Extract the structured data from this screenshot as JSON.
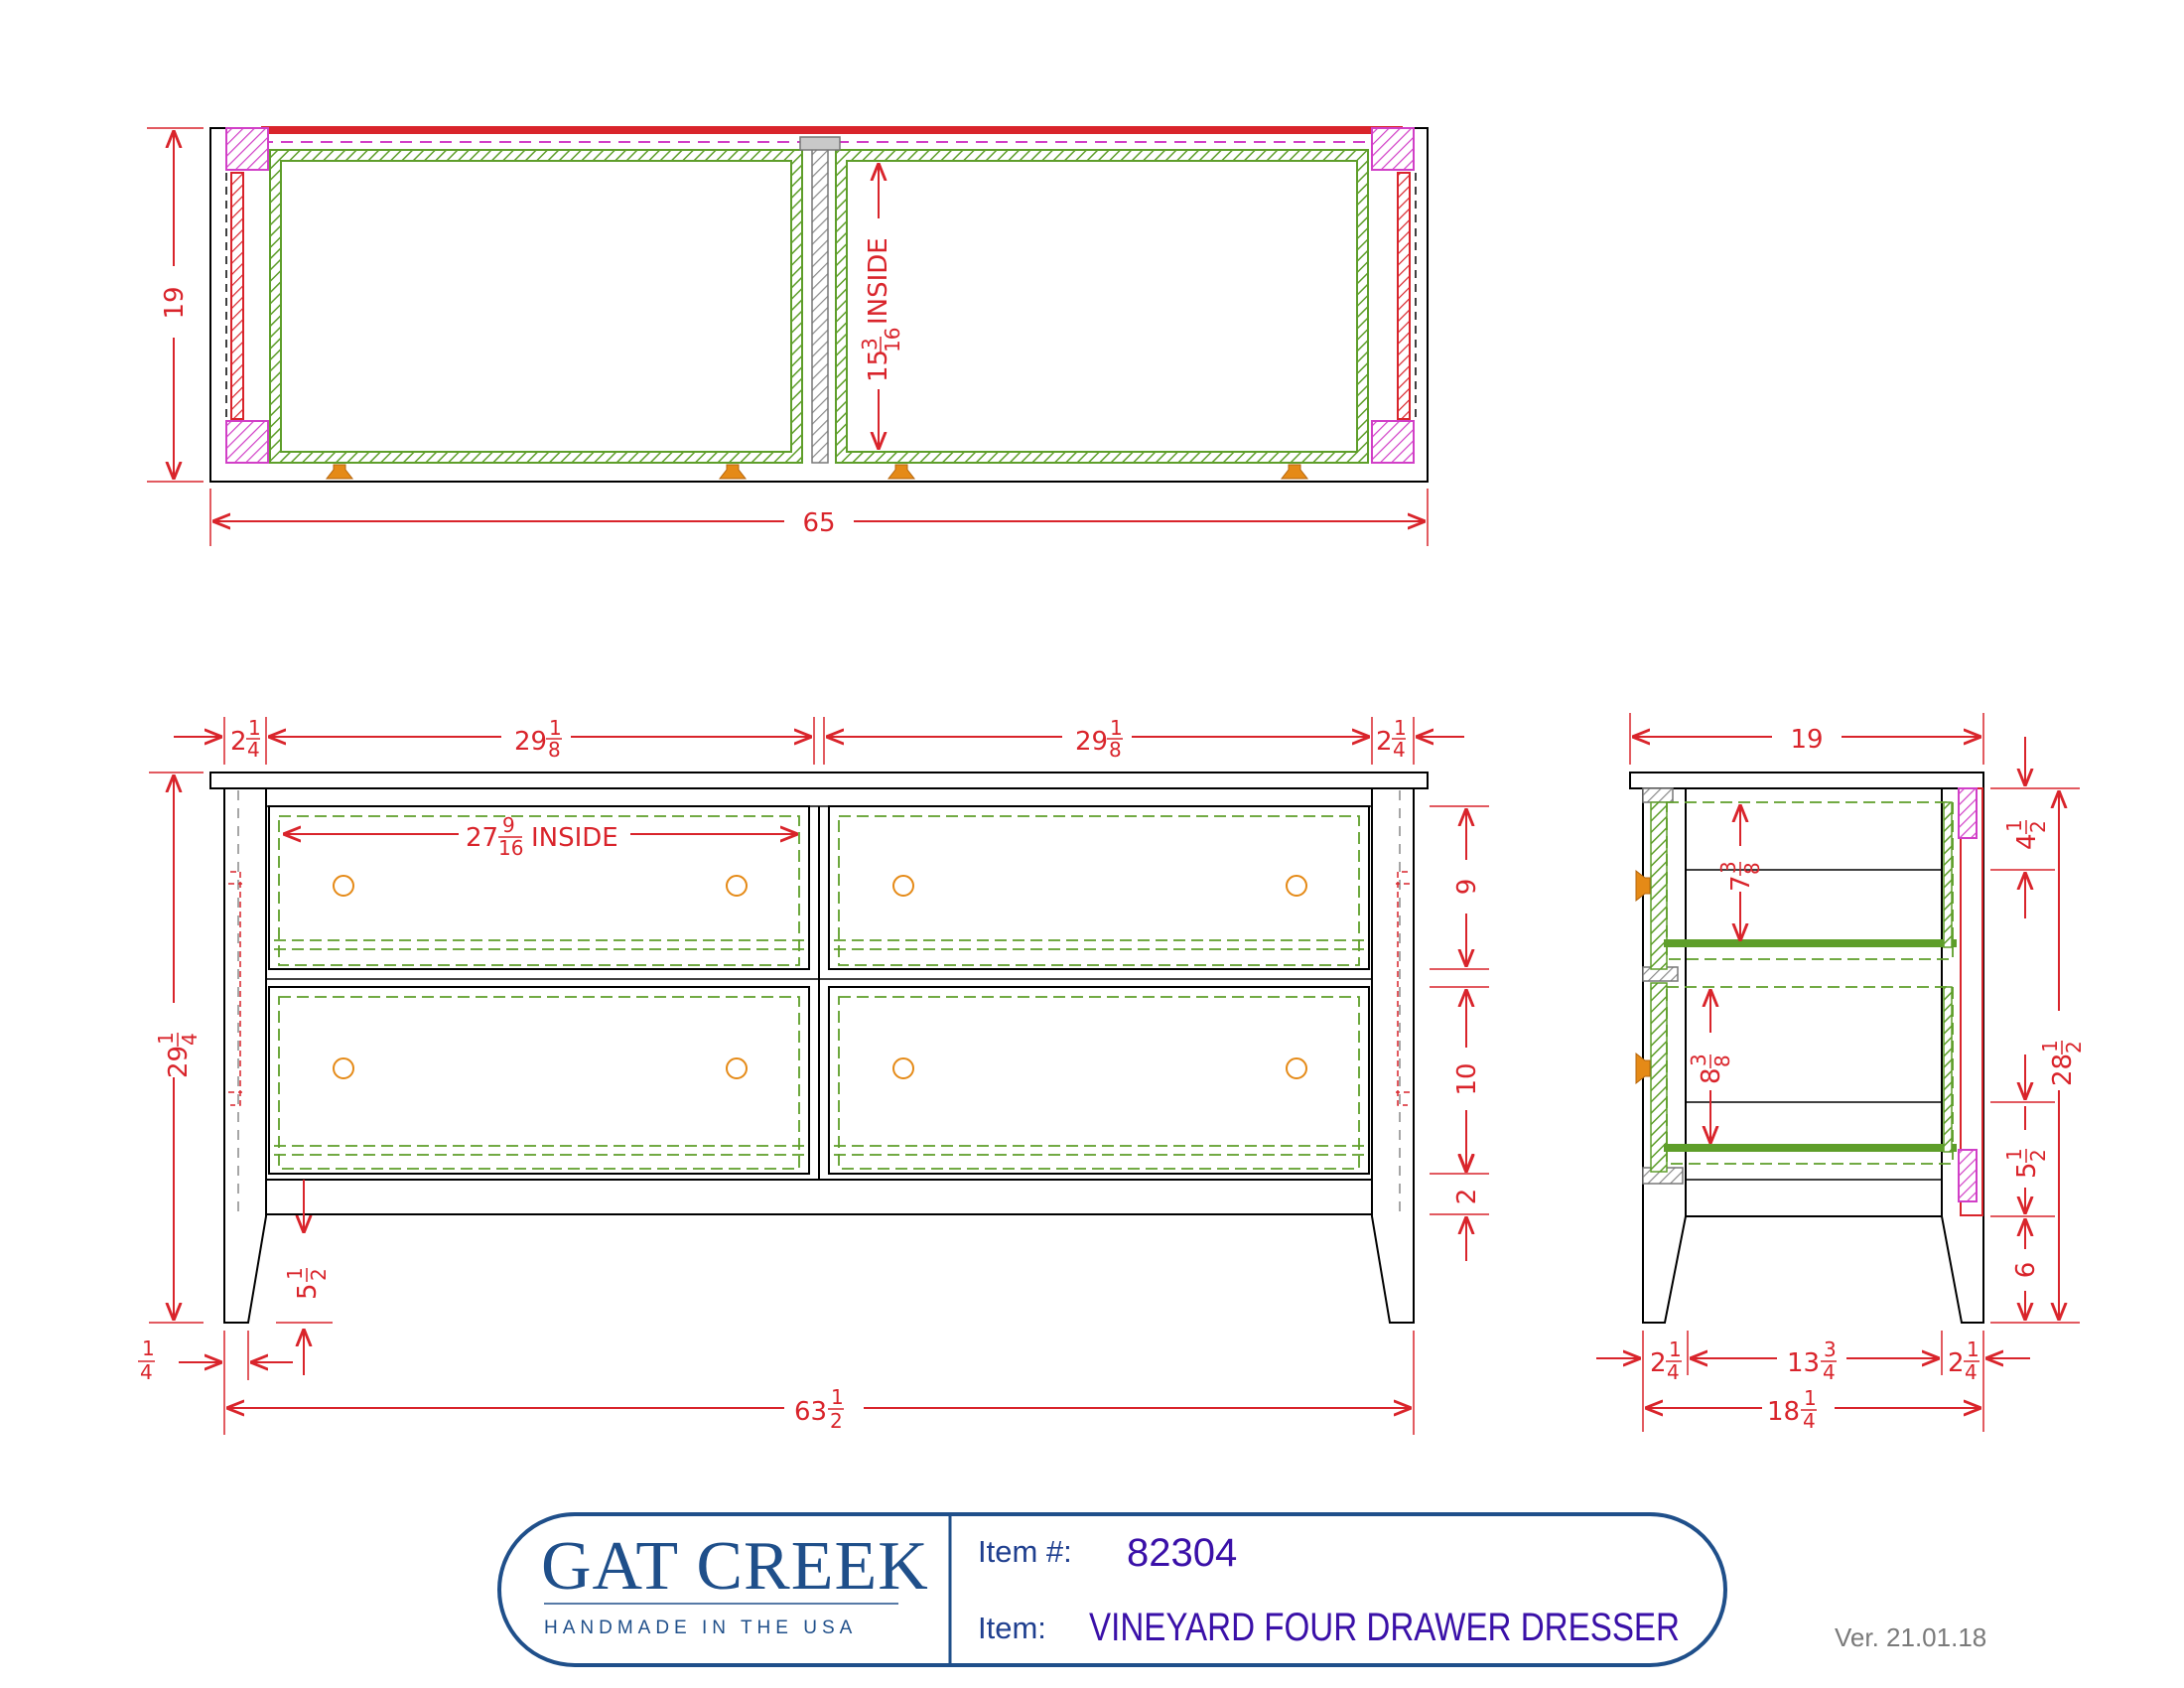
{
  "top_view": {
    "width_label": "65",
    "depth_label": "19",
    "inside_depth_whole": "15",
    "inside_depth_num": "3",
    "inside_depth_den": "16",
    "inside_word": "INSIDE"
  },
  "front_view": {
    "side_left_whole": "2",
    "side_left_num": "1",
    "side_left_den": "4",
    "opening_left_whole": "29",
    "opening_left_num": "1",
    "opening_left_den": "8",
    "opening_right_whole": "29",
    "opening_right_num": "1",
    "opening_right_den": "8",
    "side_right_whole": "2",
    "side_right_num": "1",
    "side_right_den": "4",
    "drawer_inside_whole": "27",
    "drawer_inside_num": "9",
    "drawer_inside_den": "16",
    "drawer_inside_word": "INSIDE",
    "height_whole": "29",
    "height_num": "1",
    "height_den": "4",
    "upper_drawer_height": "9",
    "lower_drawer_height": "10",
    "apron_height": "2",
    "leg_taper_whole": "5",
    "leg_taper_num": "1",
    "leg_taper_den": "2",
    "leg_offset_num": "1",
    "leg_offset_den": "4",
    "overall_width_whole": "63",
    "overall_width_num": "1",
    "overall_width_den": "2"
  },
  "side_view": {
    "depth_label": "19",
    "top_gap_whole": "4",
    "top_gap_num": "1",
    "top_gap_den": "2",
    "upper_inside_whole": "7",
    "upper_inside_num": "3",
    "upper_inside_den": "8",
    "lower_inside_whole": "8",
    "lower_inside_num": "3",
    "lower_inside_den": "8",
    "total_height_whole": "28",
    "total_height_num": "1",
    "total_height_den": "2",
    "rail_whole": "5",
    "rail_num": "1",
    "rail_den": "2",
    "leg_height": "6",
    "leg_front_whole": "2",
    "leg_front_num": "1",
    "leg_front_den": "4",
    "between_legs_whole": "13",
    "between_legs_num": "3",
    "between_legs_den": "4",
    "leg_back_whole": "2",
    "leg_back_num": "1",
    "leg_back_den": "4",
    "footprint_whole": "18",
    "footprint_num": "1",
    "footprint_den": "4"
  },
  "title_block": {
    "brand": "GAT CREEK",
    "tagline": "HANDMADE IN THE USA",
    "item_number_label": "Item #:",
    "item_number": "82304",
    "item_label": "Item:",
    "item_name": "VINEYARD FOUR DRAWER DRESSER"
  },
  "version": "Ver. 21.01.18",
  "colors": {
    "dimension": "#d9242b",
    "drawer_box": "#5e9e2a",
    "panel_hatch": "#d13fc7",
    "knob": "#e58a17",
    "outline": "#000000",
    "title_block": "#1f4f8a"
  }
}
